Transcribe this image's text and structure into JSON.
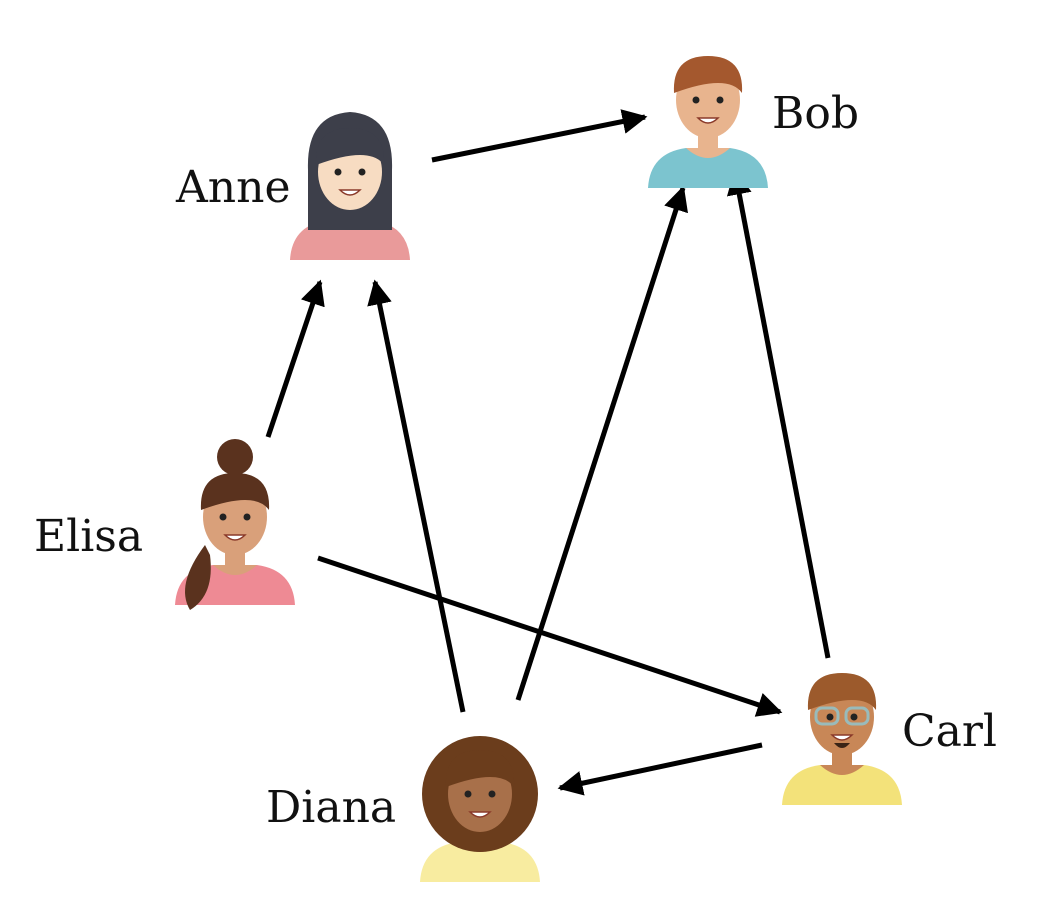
{
  "nodes": [
    {
      "id": "anne",
      "name": "Anne",
      "hair": "#3d3f4a",
      "skin": "#f7dcc2",
      "shirt": "#e99a9a"
    },
    {
      "id": "bob",
      "name": "Bob",
      "hair": "#a4582e",
      "skin": "#e8b48e",
      "shirt": "#7cc4cf"
    },
    {
      "id": "elisa",
      "name": "Elisa",
      "hair": "#5a321e",
      "skin": "#d9a07a",
      "shirt": "#ee8a94"
    },
    {
      "id": "carl",
      "name": "Carl",
      "hair": "#9c5a2c",
      "skin": "#c88757",
      "shirt": "#f3e27a"
    },
    {
      "id": "diana",
      "name": "Diana",
      "hair": "#6b3d1c",
      "skin": "#a8704a",
      "shirt": "#f8eca0"
    }
  ],
  "edges": [
    {
      "from": "anne",
      "to": "bob"
    },
    {
      "from": "elisa",
      "to": "anne"
    },
    {
      "from": "diana",
      "to": "anne"
    },
    {
      "from": "diana",
      "to": "bob"
    },
    {
      "from": "carl",
      "to": "bob"
    },
    {
      "from": "elisa",
      "to": "carl"
    },
    {
      "from": "carl",
      "to": "diana"
    }
  ]
}
